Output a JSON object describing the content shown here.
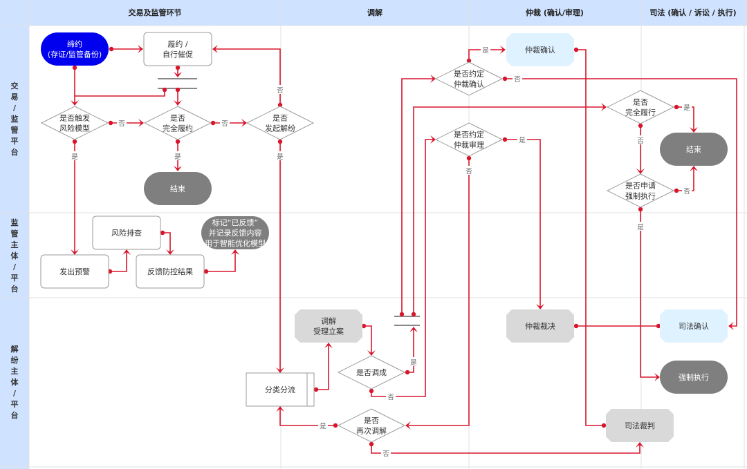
{
  "columns": [
    {
      "id": "trade",
      "label": "交易及监管环节"
    },
    {
      "id": "mediation",
      "label": "调解"
    },
    {
      "id": "arbitration",
      "label": "仲裁 (确认/审理)"
    },
    {
      "id": "judicial",
      "label": "司法 (确认 / 诉讼 / 执行)"
    }
  ],
  "lanes": [
    {
      "id": "platform",
      "label": "交\n易\n/\n监\n管\n平\n台"
    },
    {
      "id": "regulator",
      "label": "监\n管\n主\n体\n/\n平\n台"
    },
    {
      "id": "resolver",
      "label": "解\n纷\n主\n体\n/\n平\n台"
    }
  ],
  "colors": {
    "header_bg": "#cfe2ff",
    "edge": "#d9152b",
    "start_fill": "#0000ee",
    "terminal_fill": "#7f7f7f",
    "process_gray": "#d9d9d9",
    "process_blue": "#dff2ff",
    "grid": "#e2e2e2"
  },
  "nodes": {
    "sign": {
      "lines": [
        "缔约",
        "(存证/监管备份)"
      ],
      "shape": "start"
    },
    "perform": {
      "lines": [
        "履约 /",
        "自行催促"
      ],
      "shape": "process"
    },
    "risk_model": {
      "lines": [
        "是否触发",
        "风险模型"
      ],
      "shape": "decision"
    },
    "full_perform": {
      "lines": [
        "是否",
        "完全履约"
      ],
      "shape": "decision"
    },
    "dispute": {
      "lines": [
        "是否",
        "发起解纷"
      ],
      "shape": "decision"
    },
    "end1": {
      "lines": [
        "结束"
      ],
      "shape": "terminal"
    },
    "warn": {
      "lines": [
        "发出预警"
      ],
      "shape": "process"
    },
    "risk_check": {
      "lines": [
        "风险排查"
      ],
      "shape": "process"
    },
    "feedback": {
      "lines": [
        "反馈防控结果"
      ],
      "shape": "process"
    },
    "mark": {
      "lines": [
        "标记“已反馈”",
        "并记录反馈内容",
        "用于智能优化模型"
      ],
      "shape": "terminal"
    },
    "classify": {
      "lines": [
        "分类分流"
      ],
      "shape": "subprocess"
    },
    "med_accept": {
      "lines": [
        "调解",
        "受理立案"
      ],
      "shape": "octagon-gray"
    },
    "med_success": {
      "lines": [
        "是否调成"
      ],
      "shape": "decision"
    },
    "re_mediate": {
      "lines": [
        "是否",
        "再次调解"
      ],
      "shape": "decision"
    },
    "arb_confirm_q": {
      "lines": [
        "是否约定",
        "仲裁确认"
      ],
      "shape": "decision"
    },
    "arb_trial_q": {
      "lines": [
        "是否约定",
        "仲裁审理"
      ],
      "shape": "decision"
    },
    "arb_confirm": {
      "lines": [
        "仲裁确认"
      ],
      "shape": "octagon-blue"
    },
    "arb_award": {
      "lines": [
        "仲裁裁决"
      ],
      "shape": "octagon-gray"
    },
    "full_exec_q": {
      "lines": [
        "是否",
        "完全履行"
      ],
      "shape": "decision"
    },
    "end2": {
      "lines": [
        "结束"
      ],
      "shape": "terminal"
    },
    "force_q": {
      "lines": [
        "是否申请",
        "强制执行"
      ],
      "shape": "decision"
    },
    "jud_confirm": {
      "lines": [
        "司法确认"
      ],
      "shape": "octagon-blue"
    },
    "force_exec": {
      "lines": [
        "强制执行"
      ],
      "shape": "terminal"
    },
    "jud_trial": {
      "lines": [
        "司法裁判"
      ],
      "shape": "octagon-gray"
    }
  },
  "edge_labels": {
    "yes": "是",
    "no": "否"
  }
}
